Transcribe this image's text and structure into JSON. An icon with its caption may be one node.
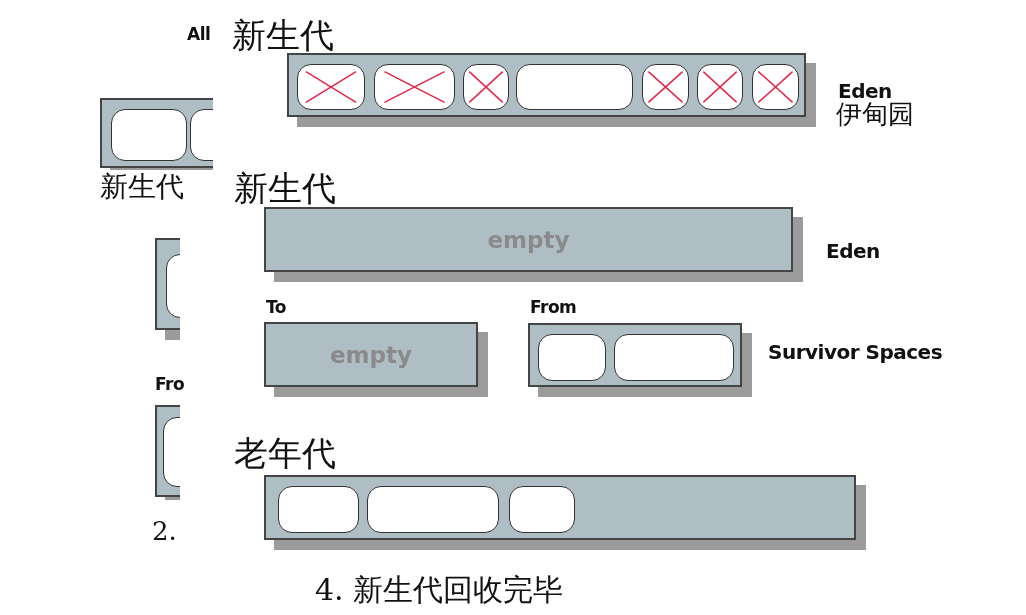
{
  "diagram": {
    "caption": "4. 新生代回收完毕",
    "nodes": [
      {
        "text": [
          "新生代"
        ],
        "beside": [
          "Eden",
          "伊甸园"
        ]
      },
      {
        "text": [],
        "shape": "box",
        "in": 0
      },
      {
        "text": [],
        "shape": "box",
        "in": 0
      },
      {
        "text": [],
        "shape": "box",
        "in": 0
      },
      {
        "text": [],
        "shape": "box",
        "in": 0
      },
      {
        "text": [],
        "shape": "box",
        "in": 0
      },
      {
        "text": [],
        "shape": "box",
        "in": 0
      },
      {
        "text": [],
        "shape": "box",
        "in": 0
      },
      {
        "text": [
          "新生代",
          "empty"
        ],
        "beside": [
          "Eden"
        ]
      },
      {
        "text": [
          "To",
          "empty"
        ]
      },
      {
        "text": [
          "From"
        ]
      },
      {
        "text": [],
        "shape": "box",
        "in": 10
      },
      {
        "text": [],
        "shape": "box",
        "in": 10
      },
      {
        "text": [
          "老年代"
        ]
      },
      {
        "text": [],
        "shape": "box",
        "in": 13
      },
      {
        "text": [],
        "shape": "box",
        "in": 13
      },
      {
        "text": [],
        "shape": "box",
        "in": 13
      },
      {
        "text": [],
        "shape": "box"
      },
      {
        "text": [],
        "shape": "box",
        "in": 17
      },
      {
        "text": [],
        "shape": "box",
        "in": 17
      },
      {
        "text": [],
        "shape": "box"
      },
      {
        "text": [],
        "shape": "box",
        "in": 20
      },
      {
        "text": [],
        "shape": "box"
      },
      {
        "text": [],
        "shape": "box",
        "in": 22
      }
    ],
    "labels": [
      "All",
      "新生代",
      "Fro",
      "2.",
      "Survivor Spaces"
    ]
  }
}
